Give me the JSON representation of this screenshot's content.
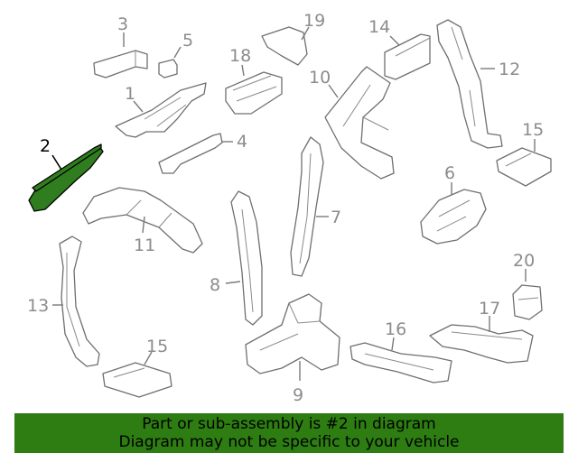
{
  "callouts": {
    "c1": "1",
    "c2": "2",
    "c3": "3",
    "c4": "4",
    "c5": "5",
    "c6": "6",
    "c7": "7",
    "c8": "8",
    "c9": "9",
    "c10": "10",
    "c11": "11",
    "c12": "12",
    "c13": "13",
    "c14": "14",
    "c15a": "15",
    "c15b": "15",
    "c16": "16",
    "c17": "17",
    "c18": "18",
    "c19": "19",
    "c20": "20"
  },
  "highlight_color": "#2e7d12",
  "banner": {
    "line1": "Part or sub-assembly is #2 in diagram",
    "line2": "Diagram may not be specific to your vehicle"
  }
}
